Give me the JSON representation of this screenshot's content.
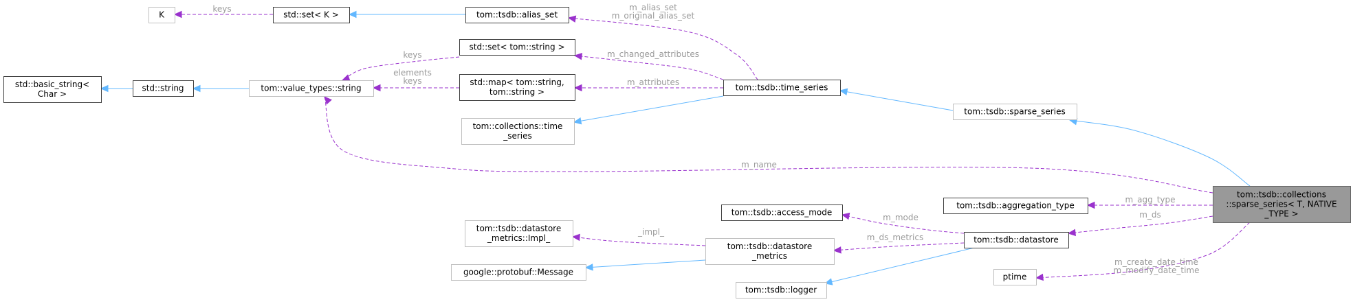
{
  "nodes": {
    "k": [
      "K"
    ],
    "set_k": [
      "std::set< K >"
    ],
    "alias_set": [
      "tom::tsdb::alias_set"
    ],
    "basic_string": [
      "std::basic_string<",
      "Char >"
    ],
    "std_string": [
      "std::string"
    ],
    "value_string": [
      "tom::value_types::string"
    ],
    "set_string": [
      "std::set< tom::string >"
    ],
    "map_string": [
      "std::map< tom::string,",
      "tom::string >"
    ],
    "time_series": [
      "tom::tsdb::time_series"
    ],
    "coll_time_series": [
      "tom::collections::time",
      "_series"
    ],
    "sparse_series": [
      "tom::tsdb::sparse_series"
    ],
    "focus": [
      "tom::tsdb::collections",
      "::sparse_series< T, NATIVE",
      "_TYPE >"
    ],
    "aggregation_type": [
      "tom::tsdb::aggregation_type"
    ],
    "access_mode": [
      "tom::tsdb::access_mode"
    ],
    "datastore": [
      "tom::tsdb::datastore"
    ],
    "metrics_impl": [
      "tom::tsdb::datastore",
      "_metrics::Impl_"
    ],
    "datastore_metrics": [
      "tom::tsdb::datastore",
      "_metrics"
    ],
    "protobuf_message": [
      "google::protobuf::Message"
    ],
    "logger": [
      "tom::tsdb::logger"
    ],
    "ptime": [
      "ptime"
    ]
  },
  "edge_labels": {
    "k_keys": [
      "keys"
    ],
    "alias": [
      "m_alias_set",
      "m_original_alias_set"
    ],
    "set_string_keys": [
      "keys"
    ],
    "changed": [
      "m_changed_attributes"
    ],
    "map_keys": [
      "elements",
      "keys"
    ],
    "attributes": [
      "m_attributes"
    ],
    "name": [
      "m_name"
    ],
    "agg": [
      "m_agg_type"
    ],
    "ds": [
      "m_ds"
    ],
    "mode": [
      "m_mode"
    ],
    "impl": [
      "_impl_"
    ],
    "ds_metrics": [
      "m_ds_metrics"
    ],
    "dates": [
      "m_create_date_time",
      "m_modify_date_time"
    ]
  },
  "colors": {
    "inheritance": "#63b8ff",
    "usage": "#9a32cd",
    "label": "#9a9a9a",
    "focus_fill": "#999999"
  }
}
